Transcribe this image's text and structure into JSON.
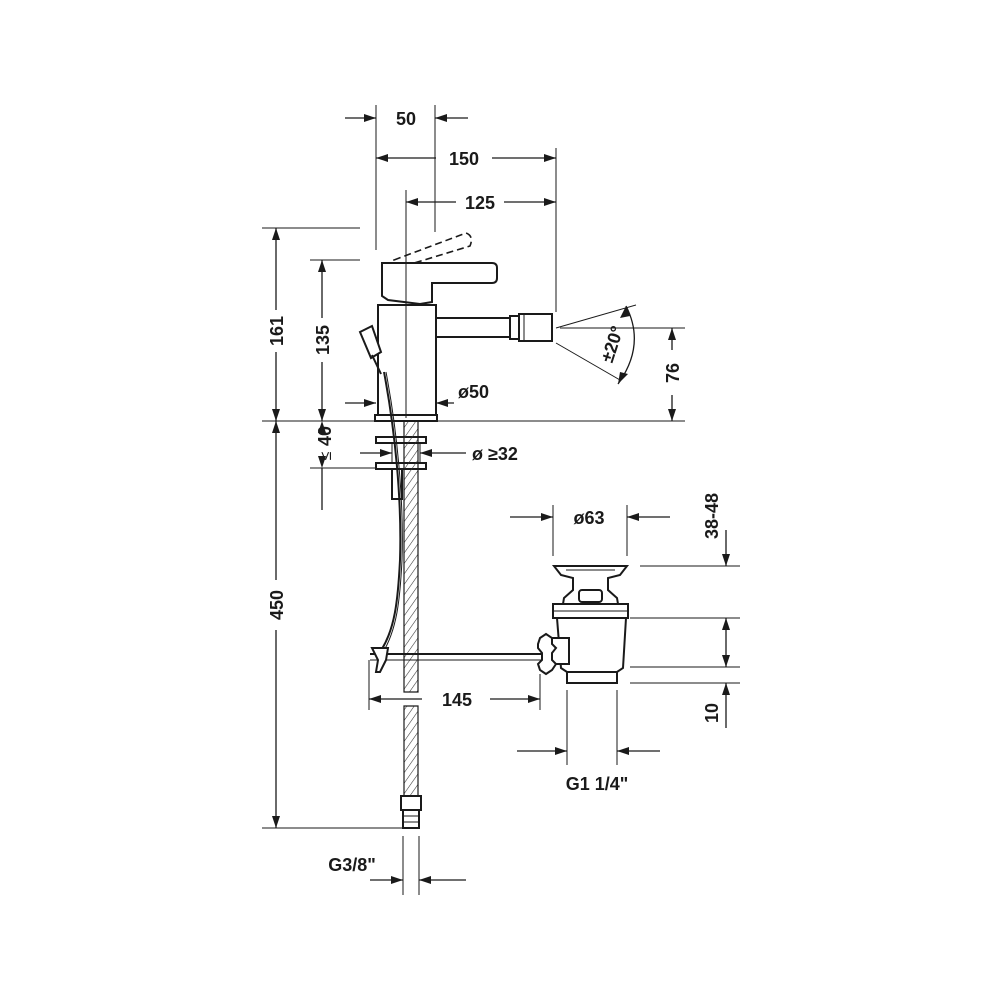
{
  "dimensions": {
    "spout_setback": "50",
    "overall_depth": "150",
    "spout_reach": "125",
    "overall_height": "161",
    "outlet_height": "135",
    "body_diameter": "ø50",
    "spray_angle": "±20°",
    "outlet_height_rim": "76",
    "max_deck_thickness": "40",
    "max_deck_prefix": "≤",
    "hole_diameter": "ø ≥32",
    "hose_length": "450",
    "waste_diameter": "ø63",
    "waste_adjust": "38-48",
    "rod_length": "145",
    "waste_offset": "10",
    "waste_thread": "G1 1/4\"",
    "hose_thread": "G3/8\""
  }
}
